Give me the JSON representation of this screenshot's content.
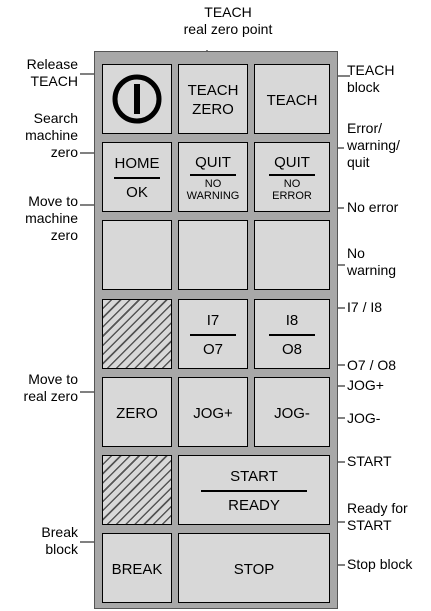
{
  "callouts": {
    "teach_zero": [
      "TEACH",
      "real zero point"
    ],
    "release_teach": [
      "Release",
      "TEACH"
    ],
    "teach_block": [
      "TEACH",
      "block"
    ],
    "search_machine_zero": [
      "Search",
      "machine",
      "zero"
    ],
    "error_warning_quit": [
      "Error/",
      "warning/",
      "quit"
    ],
    "no_error": "No error",
    "move_to_machine_zero": [
      "Move to",
      "machine",
      "zero"
    ],
    "no_warning": [
      "No",
      "warning"
    ],
    "i7_i8": "I7 / I8",
    "o7_o8": "O7 / O8",
    "move_to_real_zero": [
      "Move to",
      "real zero"
    ],
    "jog_plus": "JOG+",
    "jog_minus": "JOG-",
    "start": "START",
    "ready_for_start": [
      "Ready for",
      "START"
    ],
    "break_block": [
      "Break",
      "block"
    ],
    "stop_block": "Stop block"
  },
  "keys": {
    "teach_zero": [
      "TEACH",
      "ZERO"
    ],
    "teach": "TEACH",
    "home": "HOME",
    "ok": "OK",
    "quit_1": "QUIT",
    "no_warning": [
      "NO",
      "WARNING"
    ],
    "quit_2": "QUIT",
    "no_error": [
      "NO",
      "ERROR"
    ],
    "i7": "I7",
    "o7": "O7",
    "i8": "I8",
    "o8": "O8",
    "zero": "ZERO",
    "jog_plus": "JOG+",
    "jog_minus": "JOG-",
    "start": "START",
    "ready": "READY",
    "break": "BREAK",
    "stop": "STOP"
  }
}
